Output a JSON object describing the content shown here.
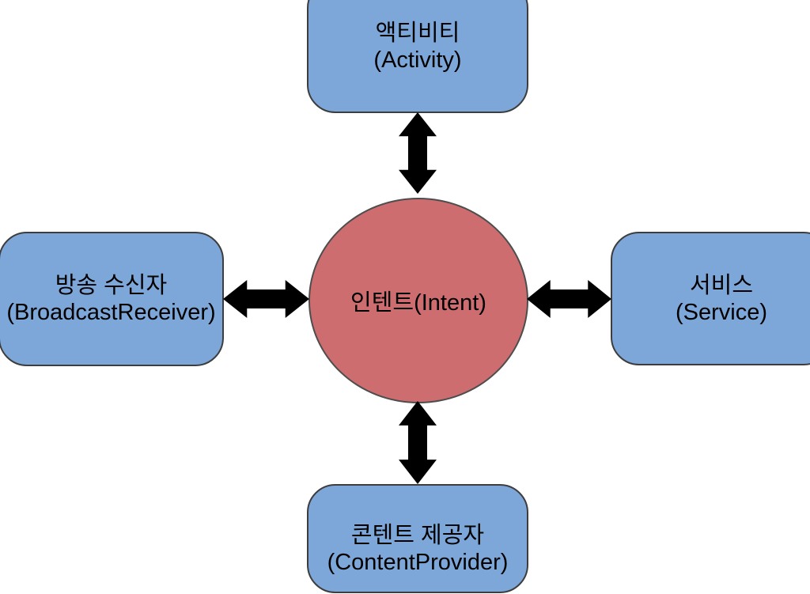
{
  "diagram": {
    "background_color": "#ffffff",
    "box_fill": "#7da7d9",
    "box_border": "#3d3d3d",
    "center_fill": "#cd6d6f",
    "center_border": "#4d4d4d",
    "arrow_color": "#000000",
    "center": {
      "label": "인텐트(Intent)"
    },
    "nodes": {
      "top": {
        "line1": "액티비티",
        "line2": "(Activity)"
      },
      "left": {
        "line1": "방송 수신자",
        "line2": "(BroadcastReceiver)"
      },
      "right": {
        "line1": "서비스",
        "line2": "(Service)"
      },
      "bottom": {
        "line1": "콘텐트 제공자",
        "line2": "(ContentProvider)"
      }
    }
  }
}
